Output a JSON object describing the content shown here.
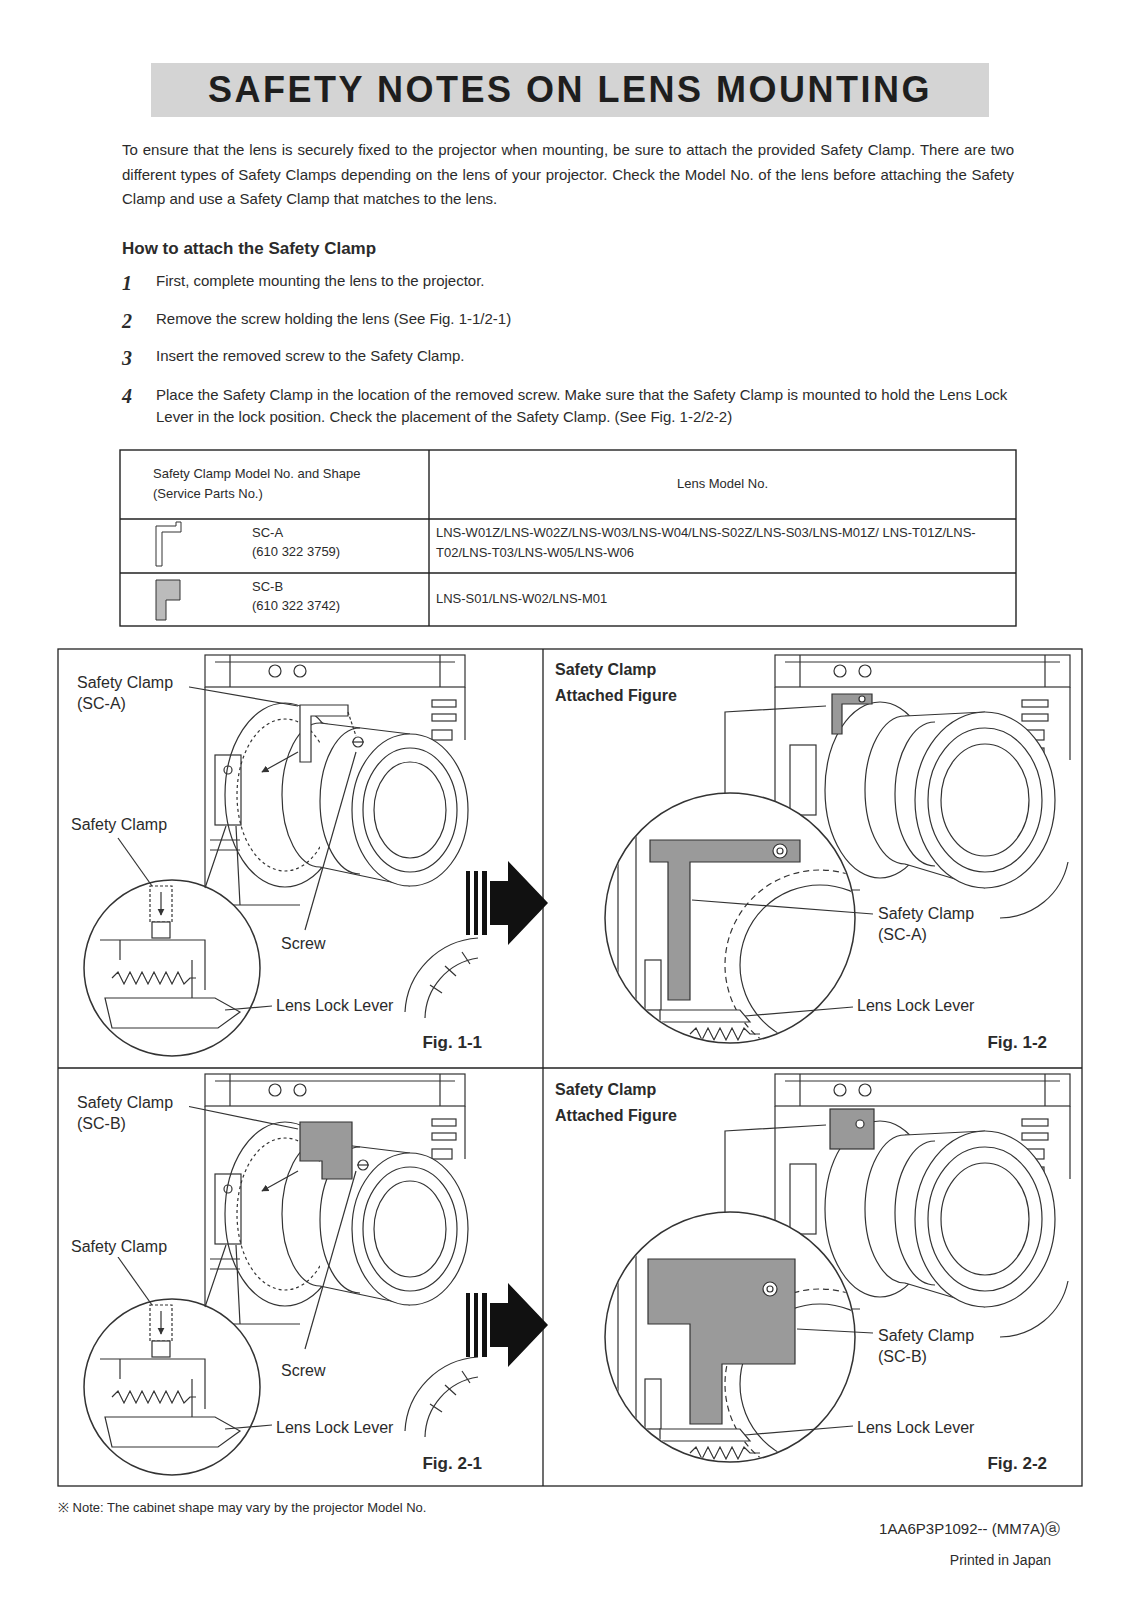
{
  "diagram": {
    "title": "SAFETY NOTES ON LENS MOUNTING",
    "nodes": [
      {
        "text": [
          "Safety Clamp (SC-A)",
          "Safety Clamp",
          "Screw",
          "Lens Lock Lever",
          "Fig. 1-1"
        ]
      },
      {
        "text": [
          "Safety Clamp Attached Figure",
          "Safety Clamp (SC-A)",
          "Lens Lock Lever",
          "Fig. 1-2"
        ]
      },
      {
        "text": [
          "Safety Clamp (SC-B)",
          "Safety Clamp",
          "Screw",
          "Lens Lock Lever",
          "Fig. 2-1"
        ]
      },
      {
        "text": [
          "Safety Clamp Attached Figure",
          "Safety Clamp (SC-B)",
          "Lens Lock Lever",
          "Fig. 2-2"
        ]
      }
    ],
    "edges": [
      {
        "from": 0,
        "to": 1,
        "arrow": "to"
      },
      {
        "from": 2,
        "to": 3,
        "arrow": "to"
      }
    ],
    "labels": [
      "To ensure that the lens is securely fixed to the projector when mounting, be sure to attach the provided Safety Clamp. There are two different types of Safety Clamps depending on the lens of your projector. Check the Model No. of the lens before attaching the Safety Clamp and use a Safety Clamp that matches to the lens.",
      "How to attach the Safety Clamp",
      "1",
      "First, complete mounting the lens to the projector.",
      "2",
      "Remove the screw holding the lens (See Fig. 1-1/2-1)",
      "3",
      "Insert the removed screw to the Safety Clamp.",
      "4",
      "Place the Safety Clamp in the location of the removed screw. Make sure that the Safety Clamp is mounted to hold the Lens Lock Lever in the lock position. Check the placement of the Safety Clamp. (See Fig. 1-2/2-2)",
      "Safety Clamp Model No. and Shape (Service Parts No.)",
      "Lens Model No.",
      "SC-A",
      "(610 322 3759)",
      "LNS-W01Z/LNS-W02Z/LNS-W03/LNS-W04/LNS-S02Z/LNS-S03/LNS-M01Z/ LNS-T01Z/LNS-T02/LNS-T03/LNS-W05/LNS-W06",
      "SC-B",
      "(610 322 3742)",
      "LNS-S01/LNS-W02/LNS-M01",
      "※ Note: The cabinet shape may vary by the projector Model No.",
      "1AA6P3P1092-- (MM7A)ⓐ",
      "Printed in Japan"
    ]
  }
}
